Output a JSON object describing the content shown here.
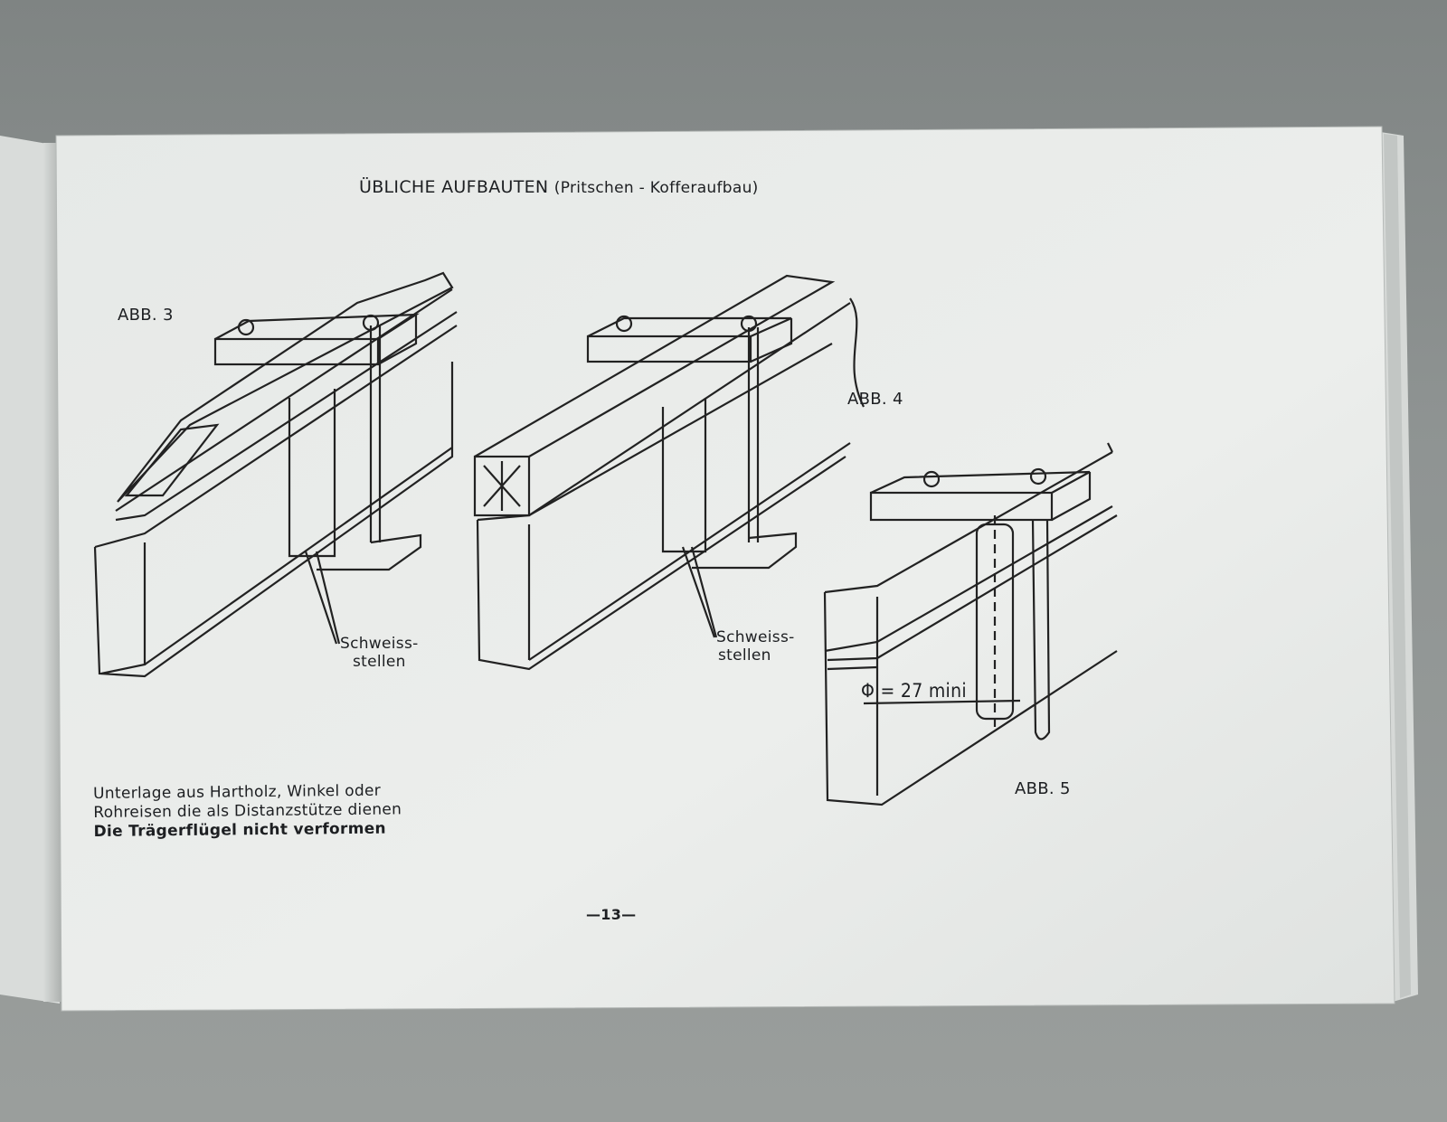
{
  "page": {
    "title_main": "ÜBLICHE AUFBAUTEN",
    "title_sub": "(Pritschen - Kofferaufbau)",
    "page_number": "—13—"
  },
  "figures": [
    {
      "label": "ABB. 3",
      "weld_label_line1": "Schweiss-",
      "weld_label_line2": "stellen"
    },
    {
      "label": "ABB. 4",
      "weld_label_line1": "Schweiss-",
      "weld_label_line2": "stellen"
    },
    {
      "label": "ABB. 5",
      "dimension": "Φ = 27 mini"
    }
  ],
  "caption": {
    "line1": "Unterlage aus Hartholz, Winkel oder",
    "line2": "Rohreisen die als Distanzstütze dienen",
    "line3": "Die Trägerflügel nicht verformen"
  },
  "colors": {
    "paper": "#e9ecea",
    "ink": "#1d1f22",
    "table": "#8a8f8e"
  }
}
